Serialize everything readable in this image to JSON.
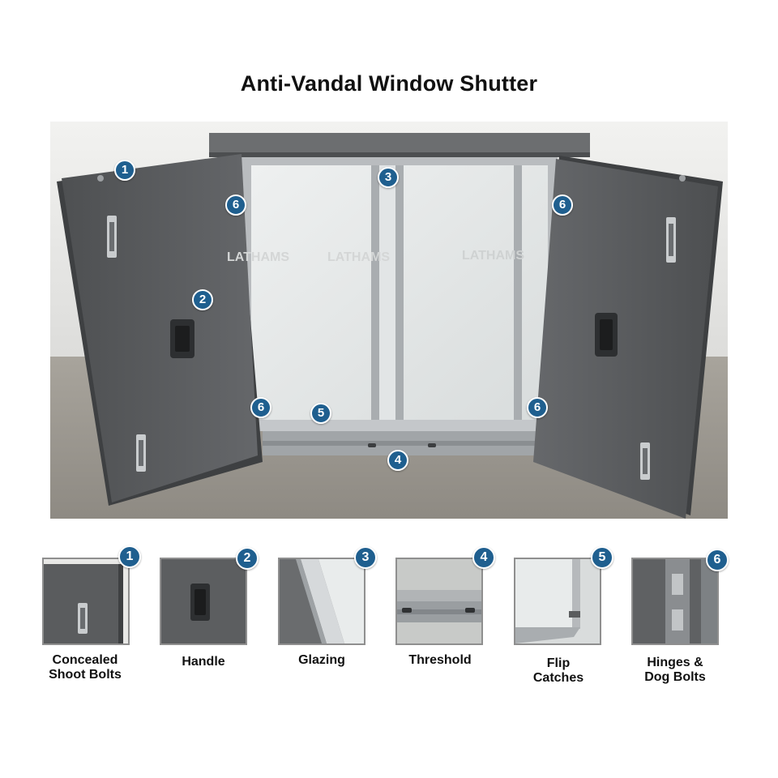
{
  "title": "Anti-Vandal Window Shutter",
  "colors": {
    "callout_fill": "#1f5f8f",
    "shutter_grey": "#5a5c5e",
    "frame_silver": "#b9bcbf"
  },
  "photo_callouts": [
    "1",
    "2",
    "3",
    "4",
    "5",
    "6",
    "6",
    "6",
    "6"
  ],
  "photo_watermark": [
    "LATHAMS",
    "LATHAMS",
    "LATHAMS"
  ],
  "details": [
    {
      "number": "1",
      "caption_lines": [
        "Concealed",
        "Shoot Bolts"
      ]
    },
    {
      "number": "2",
      "caption_lines": [
        "Handle"
      ]
    },
    {
      "number": "3",
      "caption_lines": [
        "Glazing"
      ]
    },
    {
      "number": "4",
      "caption_lines": [
        "Threshold"
      ]
    },
    {
      "number": "5",
      "caption_lines": [
        "Flip",
        "Catches"
      ]
    },
    {
      "number": "6",
      "caption_lines": [
        "Hinges &",
        "Dog Bolts"
      ]
    }
  ]
}
